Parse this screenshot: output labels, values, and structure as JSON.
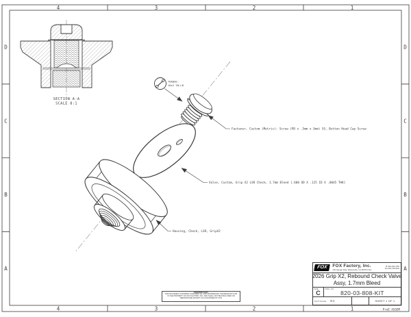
{
  "colors": {
    "line": "#3a3a3a",
    "centerline": "#8a8a8a",
    "background": "#ffffff"
  },
  "sheet": {
    "zones_top": [
      "4",
      "3",
      "2",
      "1"
    ],
    "zones_bottom": [
      "4",
      "3",
      "2",
      "1"
    ],
    "zones_left": [
      "D",
      "C",
      "B",
      "A"
    ],
    "zones_right": [
      "D",
      "C",
      "B",
      "A"
    ],
    "plot_stamp": "ProE ASSEM"
  },
  "section_view": {
    "label": "SECTION A-A",
    "scale": "SCALE 8:1"
  },
  "torque_flag": {
    "line1": "TORQUE:",
    "line2": "10±2 IN-LB"
  },
  "callouts": {
    "fastener": "Fastener, Custom (Metric): Screw (M3 x .5mm x 3mm) SS, Button Head Cap Screw",
    "valve": "Valve, Custom, Grip X2 LSR Check, 1.7mm Bleed [.600 OD X .125 ID X .0045 THK]",
    "housing": "Housing, Check, LSR, GripX2"
  },
  "proprietary": {
    "title": "PROPRIETARY",
    "body": "THIS DOCUMENT CONTAINS CONFIDENTIAL AND PROPRIETARY INFORMATION THAT IS THE PROPERTY OF FOX FACTORY, INC. AND SHALL NOT BE DISCLOSED OR REPRODUCED EXCEPT AS AUTHORIZED BY FOX"
  },
  "title_block": {
    "logo": "FOX",
    "company": "FOX Factory, Inc.",
    "address": "130 Hangar Way, Watsonville, CA 95076 USA",
    "phone": "Ph 800-369-7469",
    "fax": "Fax 831-768-9342",
    "title_label": "TITLE:",
    "title_line1": "2026 Grip X2, Rebound Check Valve",
    "title_line2": "Assy, 1.7mm Bleed",
    "size_label": "SIZE",
    "size": "C",
    "dwg_label": "DWG. NO.",
    "dwg_no": "820-03-808-KIT",
    "scale_label": "PLOT SCALE",
    "scale_value": "8:1",
    "sheet_info": "SHEET 1 OF 1"
  }
}
